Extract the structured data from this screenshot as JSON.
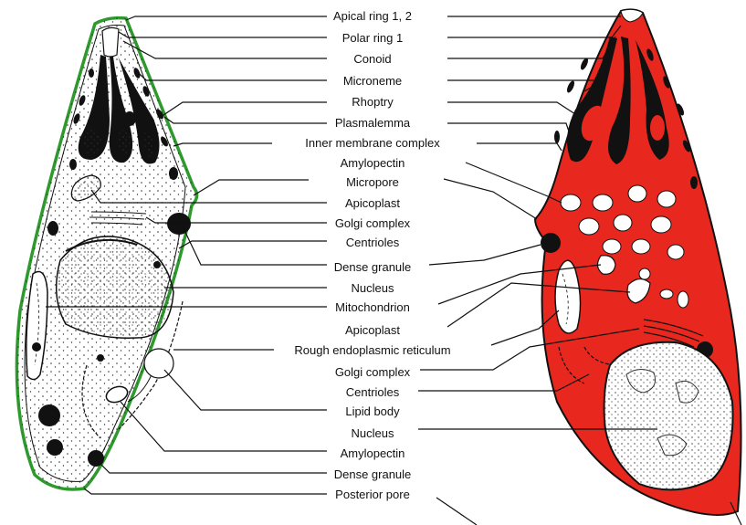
{
  "labels": [
    "Apical ring 1, 2",
    "Polar ring 1",
    "Conoid",
    "Microneme",
    "Rhoptry",
    "Plasmalemma",
    "Inner membrane complex",
    "Amylopectin",
    "Micropore",
    "Apicoplast",
    "Golgi complex",
    "Centrioles",
    "Dense granule",
    "Nucleus",
    "Mitochondrion",
    "Apicoplast",
    "Rough endoplasmic reticulum",
    "Golgi complex",
    "Centrioles",
    "Lipid body",
    "Nucleus",
    "Amylopectin",
    "Dense granule",
    "Posterior pore"
  ],
  "colors": {
    "left_outline": "#2e9a2e",
    "right_fill": "#e8281e",
    "organelle": "#000000",
    "cytoplasm": "#ffffff"
  }
}
